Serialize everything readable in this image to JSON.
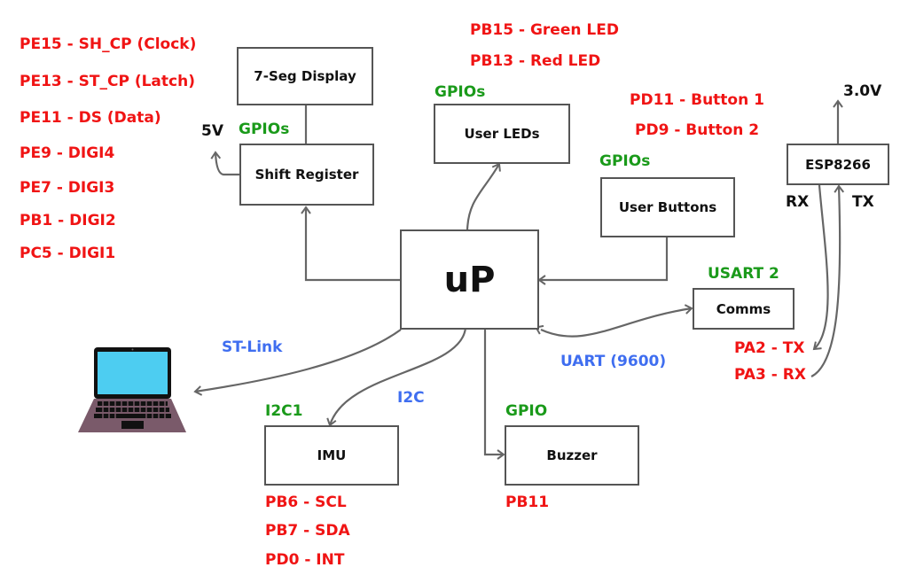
{
  "colors": {
    "pin_label": "#f01414",
    "peripheral_label": "#1a9a1a",
    "link_label": "#3f6ef0",
    "line": "#666666",
    "laptop_screen": "#4dcdf1",
    "laptop_body": "#7a5a6a"
  },
  "blocks": {
    "microcontroller": "uP",
    "seven_seg": "7-Seg Display",
    "shift_register": "Shift Register",
    "user_leds": "User LEDs",
    "user_buttons": "User Buttons",
    "esp8266": "ESP8266",
    "comms": "Comms",
    "imu": "IMU",
    "buzzer": "Buzzer"
  },
  "pins": {
    "shift_register": [
      "PE15 - SH_CP (Clock)",
      "PE13 - ST_CP (Latch)",
      "PE11 - DS (Data)",
      "PE9 - DIGI4",
      "PE7 - DIGI3",
      "PB1 - DIGI2",
      "PC5 - DIGI1"
    ],
    "user_leds": [
      "PB15 - Green LED",
      "PB13 - Red LED"
    ],
    "user_buttons": [
      "PD11 - Button 1",
      "PD9 - Button 2"
    ],
    "comms": [
      "PA2 - TX",
      "PA3 - RX"
    ],
    "imu": [
      "PB6 - SCL",
      "PB7 - SDA",
      "PD0 - INT"
    ],
    "buzzer": [
      "PB11"
    ]
  },
  "peripherals": {
    "shift_register": "GPIOs",
    "user_leds": "GPIOs",
    "user_buttons": "GPIOs",
    "comms": "USART 2",
    "imu": "I2C1",
    "buzzer": "GPIO"
  },
  "links": {
    "st_link": "ST-Link",
    "i2c": "I2C",
    "uart": "UART (9600)"
  },
  "power": {
    "shift_register": "5V",
    "esp8266": "3.0V"
  },
  "esp_pins": {
    "rx": "RX",
    "tx": "TX"
  }
}
